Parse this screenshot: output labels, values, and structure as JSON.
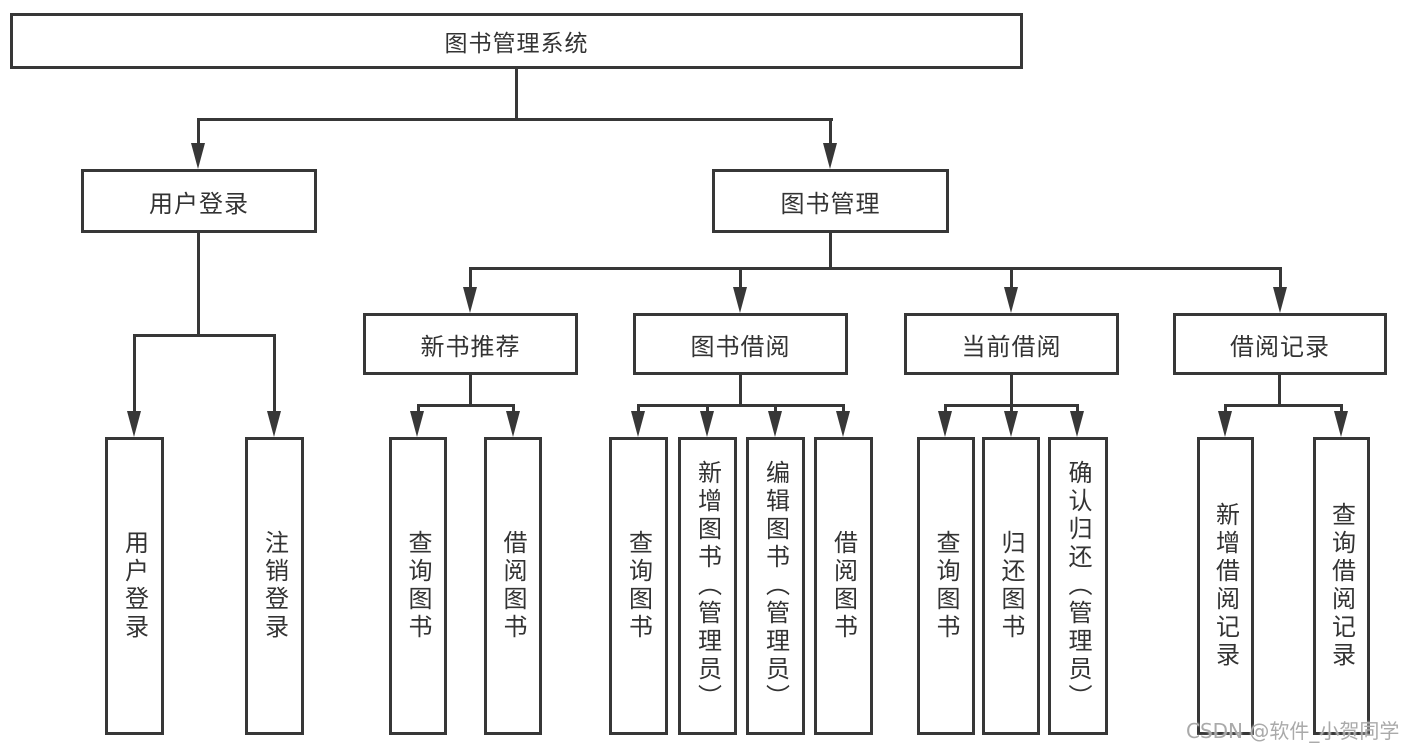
{
  "colors": {
    "line": "#373737",
    "text": "#333333",
    "watermark": "#aaaaaa",
    "background": "#ffffff"
  },
  "root": {
    "label": "图书管理系统"
  },
  "branches": [
    {
      "label": "用户登录",
      "children": [
        {
          "label": "用户登录"
        },
        {
          "label": "注销登录"
        }
      ]
    },
    {
      "label": "图书管理",
      "children": [
        {
          "label": "新书推荐",
          "children": [
            {
              "label": "查询图书"
            },
            {
              "label": "借阅图书"
            }
          ]
        },
        {
          "label": "图书借阅",
          "children": [
            {
              "label": "查询图书"
            },
            {
              "label": "新增图书（管理员）"
            },
            {
              "label": "编辑图书（管理员）"
            },
            {
              "label": "借阅图书"
            }
          ]
        },
        {
          "label": "当前借阅",
          "children": [
            {
              "label": "查询图书"
            },
            {
              "label": "归还图书"
            },
            {
              "label": "确认归还（管理员）"
            }
          ]
        },
        {
          "label": "借阅记录",
          "children": [
            {
              "label": "新增借阅记录"
            },
            {
              "label": "查询借阅记录"
            }
          ]
        }
      ]
    }
  ],
  "watermark": {
    "text": "CSDN @软件_小贺同学"
  }
}
